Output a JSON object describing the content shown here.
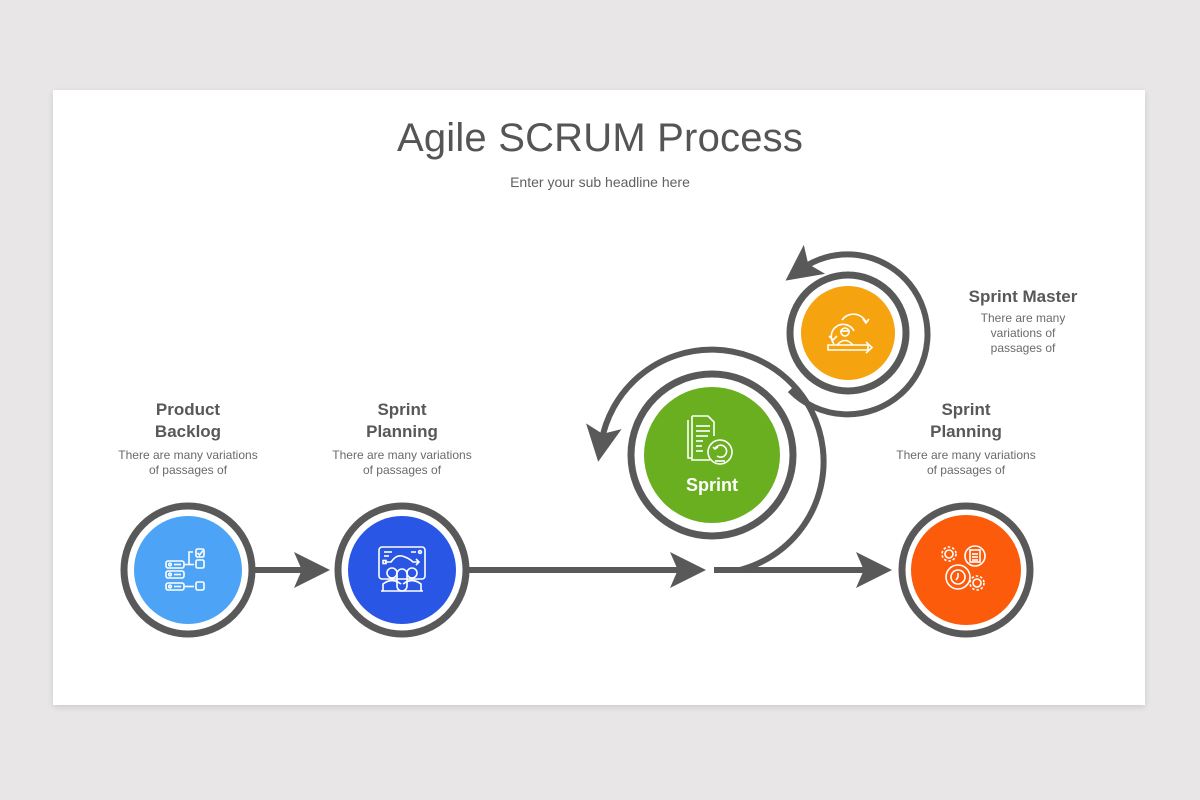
{
  "slide": {
    "title": "Agile SCRUM Process",
    "subtitle": "Enter your sub headline here"
  },
  "colors": {
    "page_background": "#e8e6e7",
    "slide_background": "#ffffff",
    "connector": "#595959",
    "text_heading": "#585858",
    "text_body": "#6a6a6a"
  },
  "steps": [
    {
      "id": "product-backlog",
      "title_lines": [
        "Product",
        "Backlog"
      ],
      "description_lines": [
        "There are many variations",
        "of passages of"
      ],
      "color": "#4da3f5",
      "icon": "backlog-checklist-icon"
    },
    {
      "id": "sprint-planning-1",
      "title_lines": [
        "Sprint",
        "Planning"
      ],
      "description_lines": [
        "There are many variations",
        "of passages of"
      ],
      "color": "#2a56e6",
      "icon": "team-planning-board-icon"
    },
    {
      "id": "sprint",
      "label": "Sprint",
      "color": "#6aaf1f",
      "icon": "documents-cycle-icon"
    },
    {
      "id": "sprint-master",
      "title_lines": [
        "Sprint Master"
      ],
      "description_lines": [
        "There are many",
        "variations of",
        "passages of"
      ],
      "color": "#f5a30f",
      "icon": "person-cycle-icon"
    },
    {
      "id": "sprint-planning-2",
      "title_lines": [
        "Sprint",
        "Planning"
      ],
      "description_lines": [
        "There are many variations",
        "of passages of"
      ],
      "color": "#fb5b0b",
      "icon": "gears-clock-document-icon"
    }
  ]
}
